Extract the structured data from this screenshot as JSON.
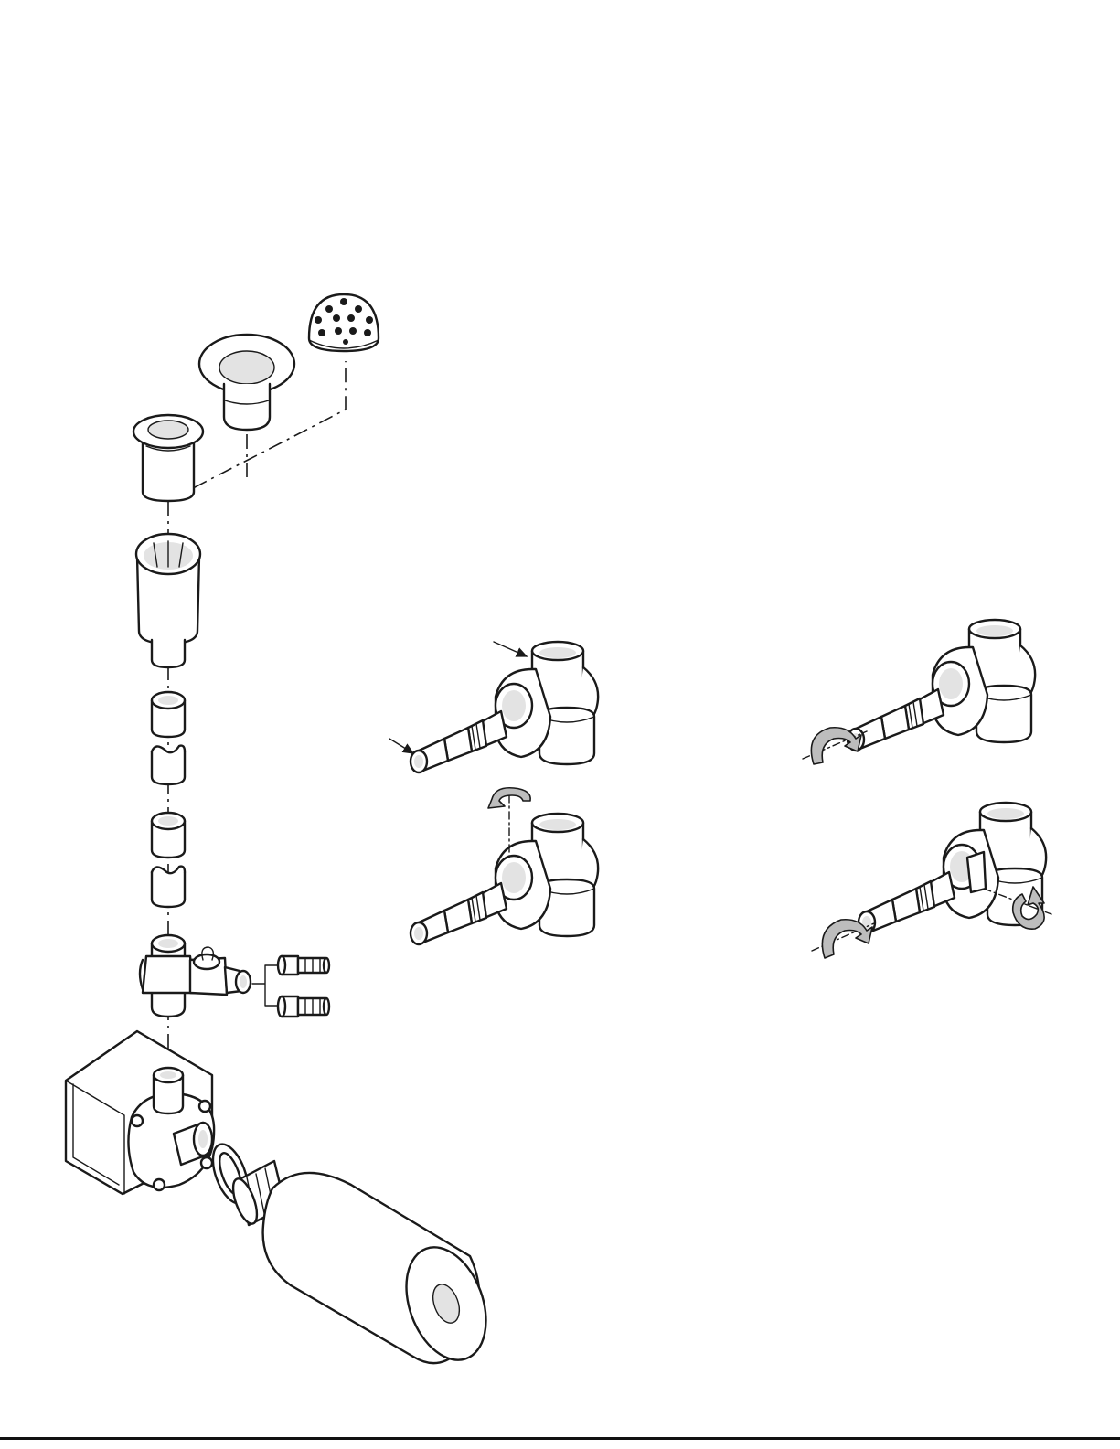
{
  "diagram": {
    "kind": "exploded-assembly",
    "colors": {
      "line": "#1a1a1a",
      "shade": "#e3e3e3",
      "arrow_fill": "#bdbdbd",
      "background": "#ffffff"
    },
    "parts": [
      "nozzle-bell",
      "nozzle-tulip",
      "nozzle-geyser",
      "extension-housing",
      "tube-connector-1",
      "tube-connector-2",
      "tube-connector-3",
      "tube-connector-4",
      "diverter-valve",
      "barb-fitting-1",
      "barb-fitting-2",
      "pump-body",
      "pump-gasket",
      "intake-adapter",
      "foam-prefilter"
    ],
    "detail_views": [
      "valve-view-arrows",
      "valve-view-rotate-handle",
      "valve-view-twist-barb",
      "valve-view-twist-both"
    ]
  }
}
